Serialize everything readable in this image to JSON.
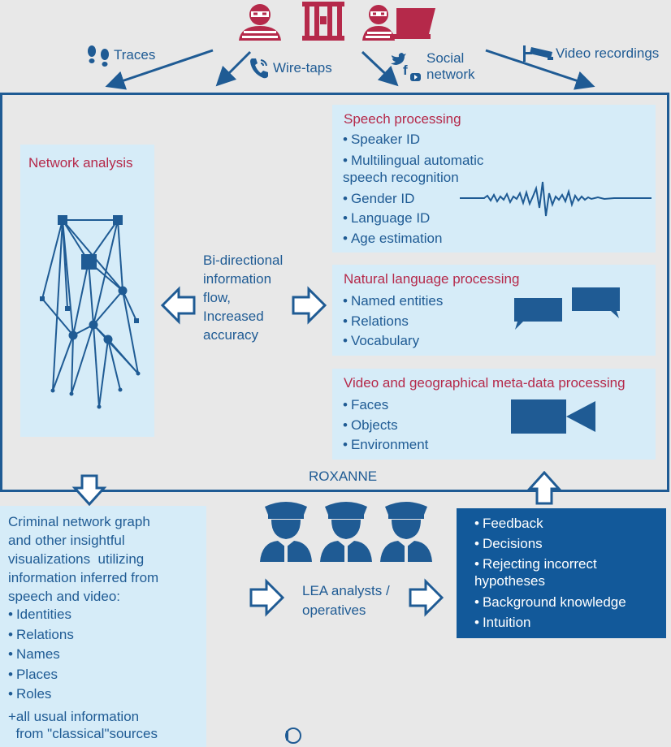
{
  "sources": {
    "traces": "Traces",
    "wiretaps": "Wire-taps",
    "social": "Social\nnetwork",
    "video": "Video recordings"
  },
  "roxanne_label": "ROXANNE",
  "network": {
    "title": "Network analysis"
  },
  "flow_text": "Bi-directional\ninformation\nflow,\nIncreased\naccuracy",
  "speech": {
    "title": "Speech processing",
    "items": [
      "Speaker ID",
      "Multilingual automatic\nspeech recognition",
      "Gender ID",
      "Language ID",
      "Age estimation"
    ]
  },
  "nlp": {
    "title": "Natural language processing",
    "items": [
      "Named entities",
      "Relations",
      "Vocabulary"
    ]
  },
  "video": {
    "title": "Video and geographical meta-data processing",
    "items": [
      "Faces",
      "Objects",
      "Environment"
    ]
  },
  "output": {
    "intro": "Criminal network graph\nand other insightful\nvisualizations  utilizing\ninformation inferred from\nspeech and video:",
    "items": [
      "Identities",
      "Relations",
      "Names",
      "Places",
      "Roles"
    ],
    "extra": "+all usual information\n  from \"classical\"sources"
  },
  "analysts": "LEA analysts /\noperatives",
  "feedback": {
    "items": [
      "Feedback",
      "Decisions",
      "Rejecting incorrect\nhypotheses",
      "Background knowledge",
      "Intuition"
    ]
  },
  "colors": {
    "accent": "#1f5b94",
    "red": "#b5294a",
    "light": "#d6ecf8",
    "dark": "#12599a"
  }
}
